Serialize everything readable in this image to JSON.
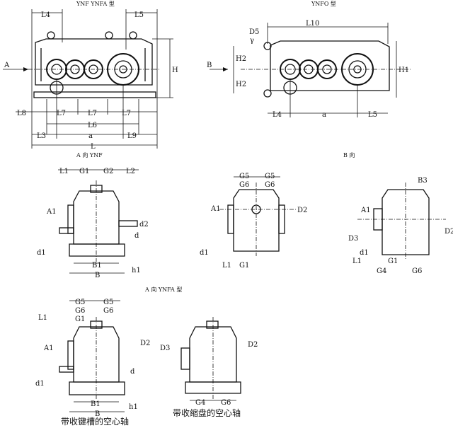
{
  "captions": {
    "top_left": "YNF    YNFA 型",
    "top_right": "YNFO 型",
    "view_a_ynf": "A 向 YNF",
    "view_b": "B 向",
    "view_a_ynfa": "A 向 YNFA 型",
    "hollow_keyway": "带收键槽的空心轴",
    "hollow_shrink": "带收缩盘的空心轴"
  },
  "arrows": {
    "a": "A",
    "b": "B"
  },
  "dims": {
    "L4": "L4",
    "L5": "L5",
    "L7": "L7",
    "L6": "L6",
    "L8": "L8",
    "L3": "L3",
    "a": "a",
    "L9": "L9",
    "L": "L",
    "H": "H",
    "D5": "D5",
    "gamma": "γ",
    "L10": "L10",
    "H2": "H2",
    "H1": "H1",
    "L1": "L1",
    "G1": "G1",
    "G2": "G2",
    "L2": "L2",
    "A1": "A1",
    "d2": "d2",
    "d1": "d1",
    "d": "d",
    "B1": "B1",
    "B": "B",
    "h1": "h1",
    "G5": "G5",
    "G6": "G6",
    "D2": "D2",
    "D3": "D3",
    "B3": "B3",
    "G4": "G4"
  }
}
